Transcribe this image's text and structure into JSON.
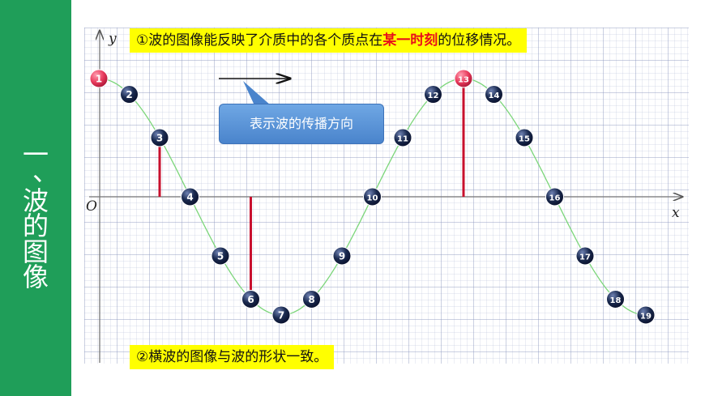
{
  "sidebar": {
    "chars": [
      "一",
      "、",
      "波",
      "的",
      "图",
      "像"
    ]
  },
  "notes": {
    "top_prefix": "①波的图像能反映了介质中的各个质点在",
    "top_highlight": "某一时刻",
    "top_suffix": "的位移情况。",
    "bottom": "②横波的图像与波的形状一致。"
  },
  "callout": {
    "text": "表示波的传播方向"
  },
  "axes": {
    "y_label": "y",
    "x_label": "x",
    "origin_label": "O"
  },
  "points": [
    "1",
    "2",
    "3",
    "4",
    "5",
    "6",
    "7",
    "8",
    "9",
    "10",
    "11",
    "12",
    "13",
    "14",
    "15",
    "16",
    "17",
    "18",
    "19"
  ],
  "highlighted_points": [
    "1",
    "13"
  ],
  "displacement_markers": [
    "3",
    "6",
    "13"
  ],
  "colors": {
    "sidebar": "#1f9e59",
    "wave": "#7cd67a",
    "marker": "#c8102e",
    "point_fill": "#1a2a4f",
    "highlight_fill": "#e83a5c",
    "note_bg": "#ffff00"
  }
}
